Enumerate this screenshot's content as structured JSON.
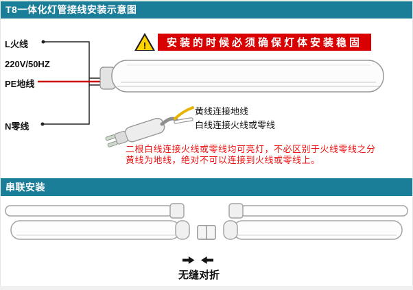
{
  "header1": {
    "title": "T8一体化灯管接线安装示意图"
  },
  "wiring": {
    "label_live": "L火线",
    "label_voltage": "220V/50HZ",
    "label_ground": "PE地线",
    "label_neutral": "N零线",
    "warning_icon": "!",
    "warning_text": "安装的时候必须确保灯体安装稳固",
    "yellow_wire_note": "黄线连接地线",
    "white_wire_note": "白线连接火线或零线",
    "red_note_line1": "二根白线连接火线或零线均可亮灯，不必区别于火线零线之分",
    "red_note_line2": "黄线为地线，绝对不可以连接到火线或零线上。"
  },
  "series": {
    "title": "串联安装",
    "caption": "无缝对折"
  },
  "colors": {
    "header_bg": "#1b7e99",
    "warning_bg": "#d80000",
    "warning_triangle": "#ffd200",
    "note_red": "#ee1111",
    "ground_wire": "#cc0000",
    "yellow_wire": "#e8b400"
  }
}
